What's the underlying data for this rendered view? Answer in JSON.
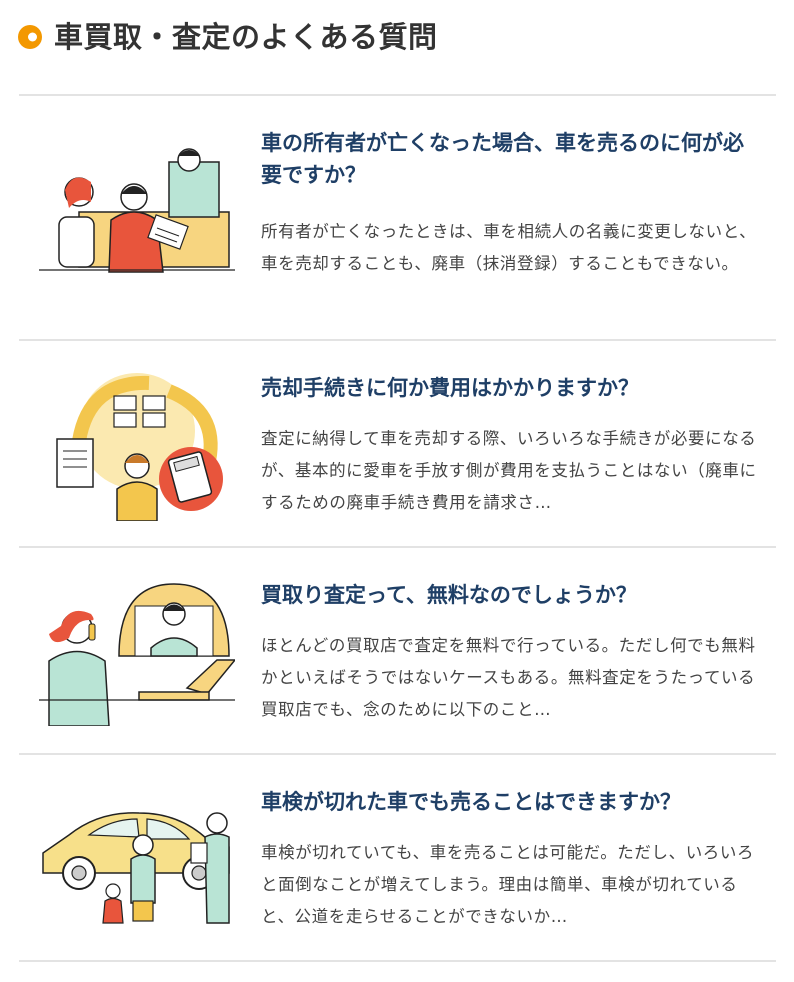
{
  "section": {
    "title": "車買取・査定のよくある質問",
    "accent_color": "#f39800"
  },
  "faq": [
    {
      "question": "車の所有者が亡くなった場合、車を売るのに何が必要ですか？",
      "answer": "所有者が亡くなったときは、車を相続人の名義に変更しないと、車を売却することも、廃車（抹消登録）することもできない。",
      "illustration": "consultation-illustration"
    },
    {
      "question": "売却手続きに何か費用はかかりますか？",
      "answer": "査定に納得して車を売却する際、いろいろな手続きが必要になるが、基本的に愛車を手放す側が費用を支払うことはない（廃車にするための廃車手続き費用を請求さ…",
      "illustration": "documents-cost-illustration"
    },
    {
      "question": "買取り査定って、無料なのでしょうか？",
      "answer": "ほとんどの買取店で査定を無料で行っている。ただし何でも無料かといえばそうではないケースもある。無料査定をうたっている買取店でも、念のために以下のこと…",
      "illustration": "phone-call-illustration"
    },
    {
      "question": "車検が切れた車でも売ることはできますか？",
      "answer": "車検が切れていても、車を売ることは可能だ。ただし、いろいろと面倒なことが増えてしまう。理由は簡単、車検が切れていると、公道を走らせることができないか…",
      "illustration": "car-inspection-illustration"
    }
  ]
}
